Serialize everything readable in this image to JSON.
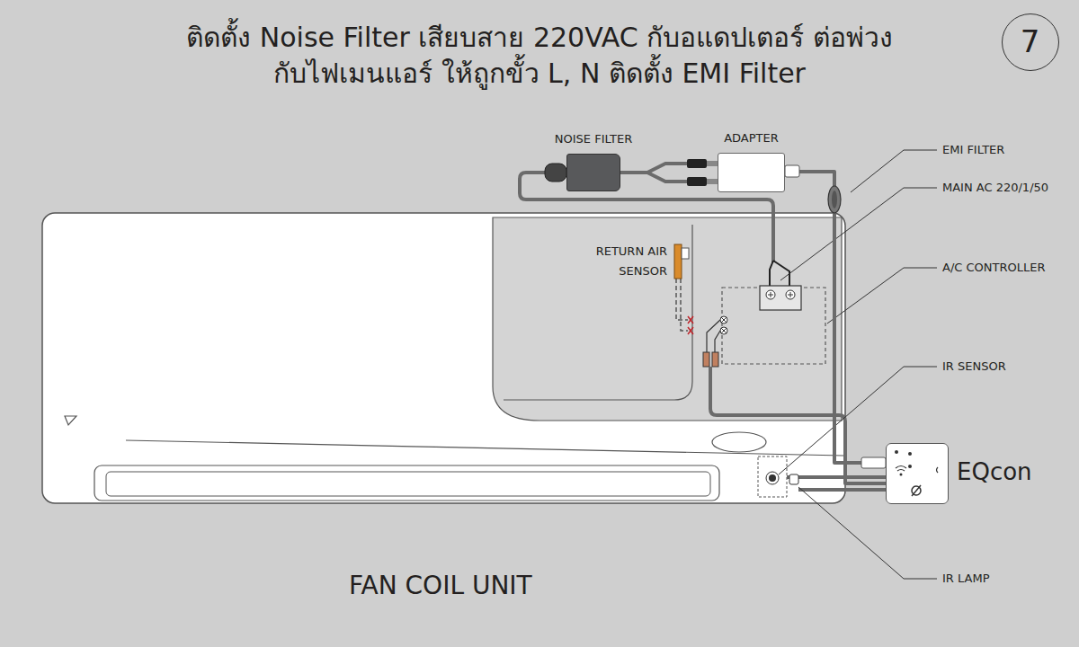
{
  "diagram": {
    "title": "ติดตั้ง Noise Filter เสียบสาย 220VAC กับอแดปเตอร์ ต่อพ่วงกับไฟเมนแอร์ ให้ถูกขั้ว L, N ติดตั้ง EMI Filter",
    "nodes": [
      {
        "text": [
          "FAN COIL UNIT"
        ]
      },
      {
        "text": [
          "NOISE FILTER"
        ]
      },
      {
        "text": [
          "ADAPTER"
        ]
      },
      {
        "text": [
          "EQcon"
        ]
      },
      {
        "text": [
          "7"
        ]
      }
    ],
    "edges": [
      {
        "from": 1,
        "to": 2,
        "arrow": "none"
      },
      {
        "from": 2,
        "to": 3,
        "arrow": "none"
      }
    ],
    "labels": [
      "RETURN AIR SENSOR",
      "EMI FILTER",
      "MAIN AC 220/1/50",
      "A/C CONTROLLER",
      "IR SENSOR",
      "IR LAMP"
    ]
  }
}
